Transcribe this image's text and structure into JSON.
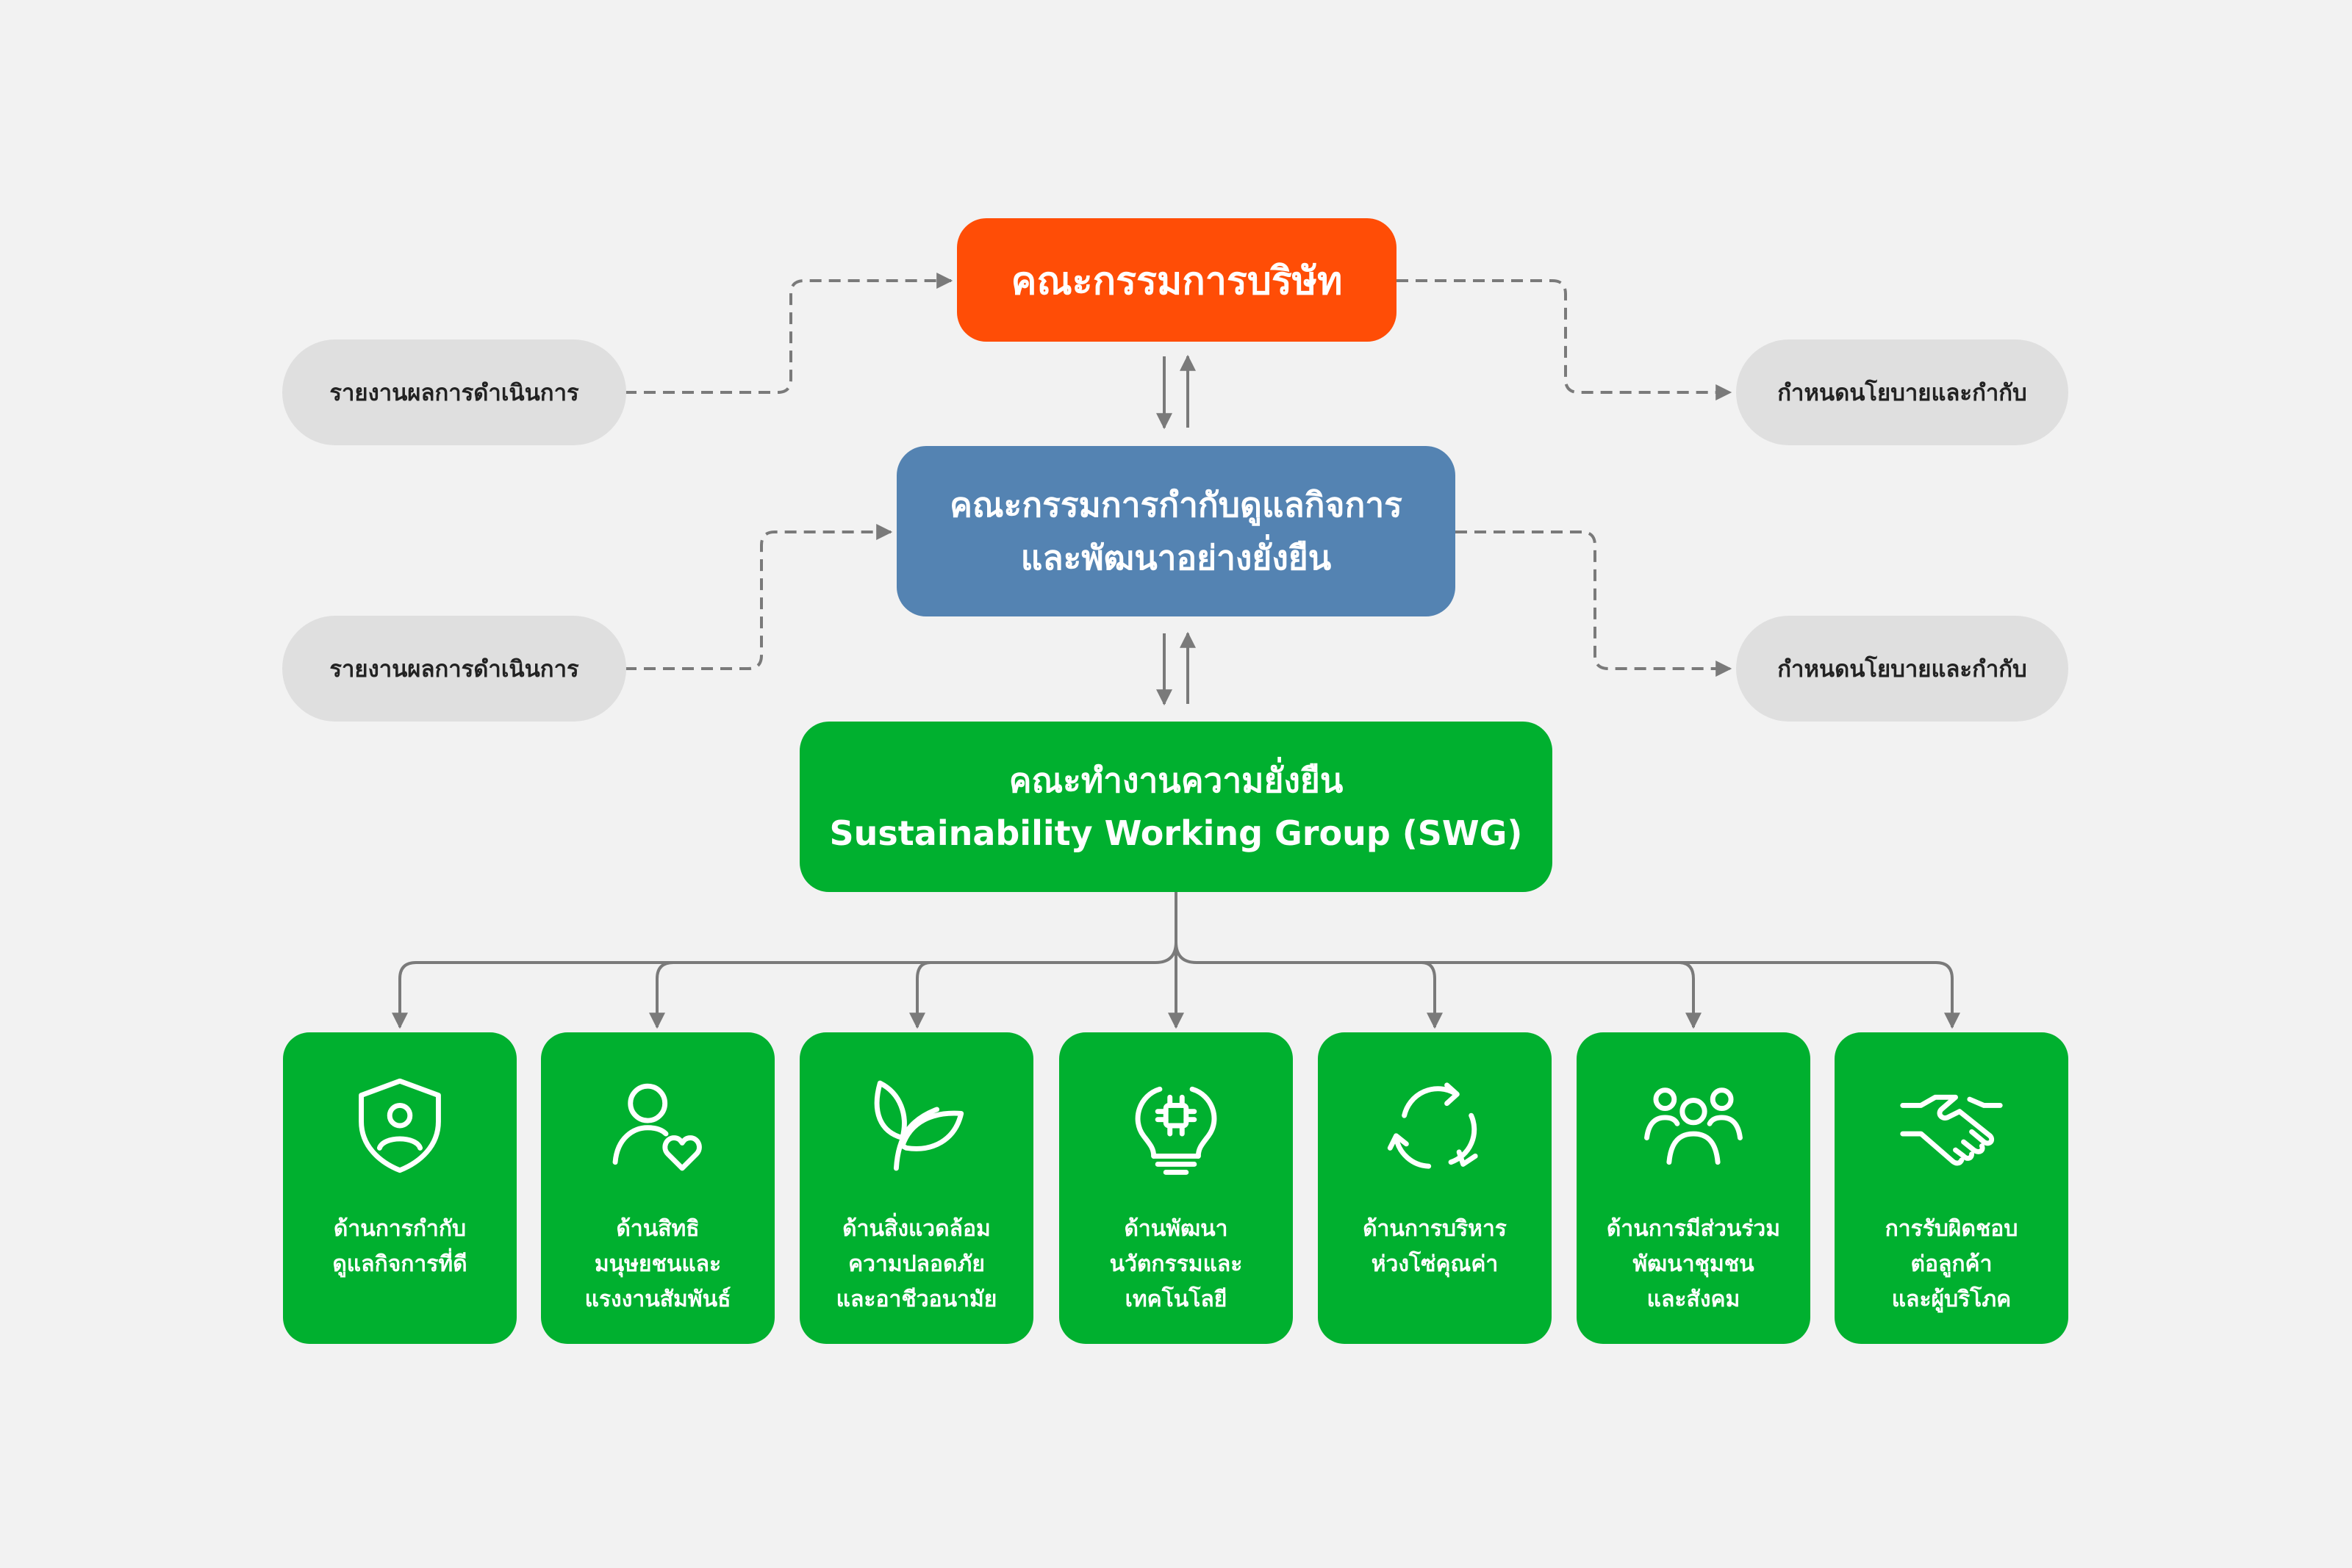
{
  "board": {
    "title": "คณะกรรมการบริษัท",
    "color": "#ff4d06"
  },
  "governance": {
    "line1": "คณะกรรมการกำกับดูแลกิจการ",
    "line2": "และพัฒนาอย่างยั่งยืน",
    "color": "#5483b2"
  },
  "swg": {
    "line1": "คณะทำงานความยั่งยืน",
    "line2": "Sustainability Working Group (SWG)",
    "color": "#00b02f"
  },
  "side_labels": {
    "report_top": "รายงานผลการดำเนินการ",
    "policy_top": "กำหนดนโยบายและกำกับ",
    "report_mid": "รายงานผลการดำเนินการ",
    "policy_mid": "กำหนดนโยบายและกำกับ"
  },
  "pillars": [
    {
      "icon": "shield-person-icon",
      "lines": [
        "ด้านการกำกับ",
        "ดูแลกิจการที่ดี"
      ]
    },
    {
      "icon": "person-heart-icon",
      "lines": [
        "ด้านสิทธิ",
        "มนุษยชนและ",
        "แรงงานสัมพันธ์"
      ]
    },
    {
      "icon": "leaf-icon",
      "lines": [
        "ด้านสิ่งแวดล้อม",
        "ความปลอดภัย",
        "และอาชีวอนามัย"
      ]
    },
    {
      "icon": "lightbulb-chip-icon",
      "lines": [
        "ด้านพัฒนา",
        "นวัตกรรมและ",
        "เทคโนโลยี"
      ]
    },
    {
      "icon": "cycle-arrows-icon",
      "lines": [
        "ด้านการบริหาร",
        "ห่วงโซ่คุณค่า"
      ]
    },
    {
      "icon": "people-group-icon",
      "lines": [
        "ด้านการมีส่วนร่วม",
        "พัฒนาชุมชน",
        "และสังคม"
      ]
    },
    {
      "icon": "handshake-icon",
      "lines": [
        "การรับผิดชอบ",
        "ต่อลูกค้า",
        "และผู้บริโภค"
      ]
    }
  ],
  "colors": {
    "background": "#f2f2f2",
    "connector": "#7a7a7a",
    "pill": "#dfdfdf"
  }
}
